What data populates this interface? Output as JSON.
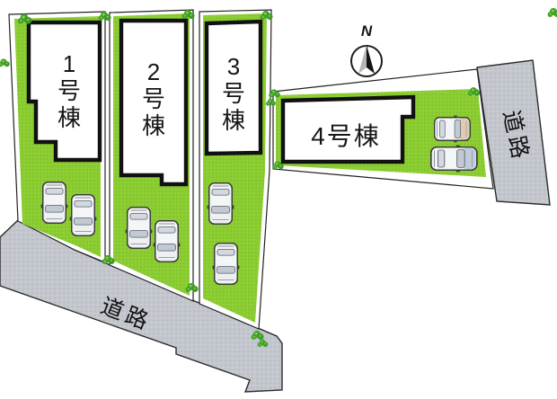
{
  "plan": {
    "compass_label": "N",
    "lots": [
      {
        "name": "lot-1",
        "label": "1号棟",
        "cars_parked": 2
      },
      {
        "name": "lot-2",
        "label": "2号棟",
        "cars_parked": 2
      },
      {
        "name": "lot-3",
        "label": "3号棟",
        "cars_parked": 2
      },
      {
        "name": "lot-4",
        "label": "4号棟",
        "cars_parked": 2
      }
    ],
    "roads": [
      {
        "name": "road-bottom",
        "label": "道路"
      },
      {
        "name": "road-right",
        "label": "道路"
      }
    ],
    "colors": {
      "grass": "#8bcc32",
      "grass_dot": "#79bd22",
      "road": "#c3c7cd",
      "building_fill": "#ffffff",
      "outline": "#1a1a1a",
      "bush": "#44a32a",
      "bush_highlight": "#8fd94f",
      "car_body": "#f4f5f7",
      "car_window": "#c2c9d2",
      "car4_top_hood": "#e3cbb0",
      "car4_bottom_hood": "#c2cbdb"
    },
    "icons": {
      "compass": "compass-north-icon",
      "bush": "bush-icon",
      "car": "car-top-view-icon"
    }
  }
}
